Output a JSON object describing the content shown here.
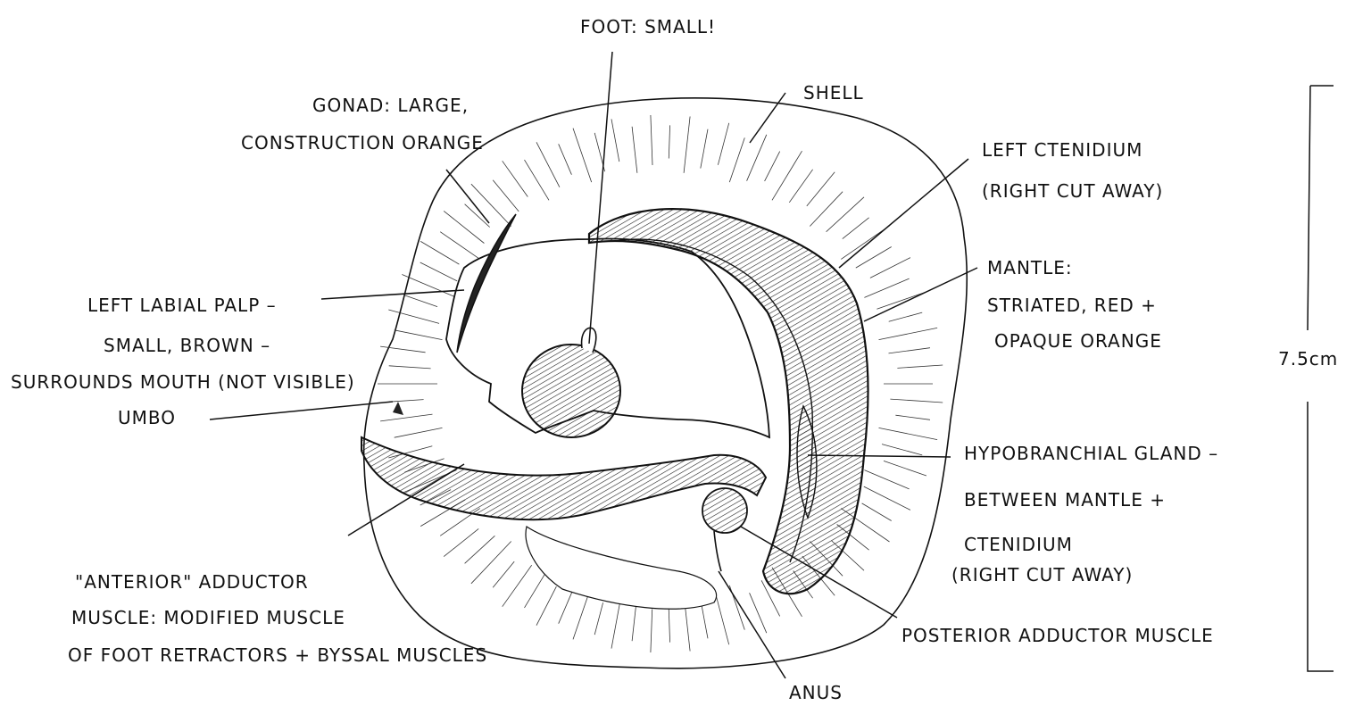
{
  "labels": {
    "foot": "FOOT: SMALL!",
    "shell": "SHELL",
    "gonad_1": "GONAD: LARGE,",
    "gonad_2": "CONSTRUCTION ORANGE",
    "left_ctenidium_1": "LEFT CTENIDIUM",
    "left_ctenidium_2": "(RIGHT CUT AWAY)",
    "mantle_1": "MANTLE:",
    "mantle_2": "STRIATED, RED +",
    "mantle_3": "OPAQUE ORANGE",
    "labial_palp_1": "LEFT LABIAL PALP –",
    "labial_palp_2": "SMALL, BROWN –",
    "labial_palp_3": "SURROUNDS MOUTH (NOT VISIBLE)",
    "umbo": "UMBO",
    "hypobranchial_1": "HYPOBRANCHIAL GLAND –",
    "hypobranchial_2": "BETWEEN MANTLE +",
    "hypobranchial_3": "CTENIDIUM",
    "hypobranchial_4": "(RIGHT CUT AWAY)",
    "anterior_1": "\"ANTERIOR\" ADDUCTOR",
    "anterior_2": "MUSCLE: MODIFIED MUSCLE",
    "anterior_3": "OF FOOT RETRACTORS + BYSSAL MUSCLES",
    "posterior": "POSTERIOR ADDUCTOR MUSCLE",
    "anus": "ANUS",
    "scale": "7.5cm"
  },
  "colors": {
    "ink": "#111111",
    "paper": "#ffffff"
  }
}
